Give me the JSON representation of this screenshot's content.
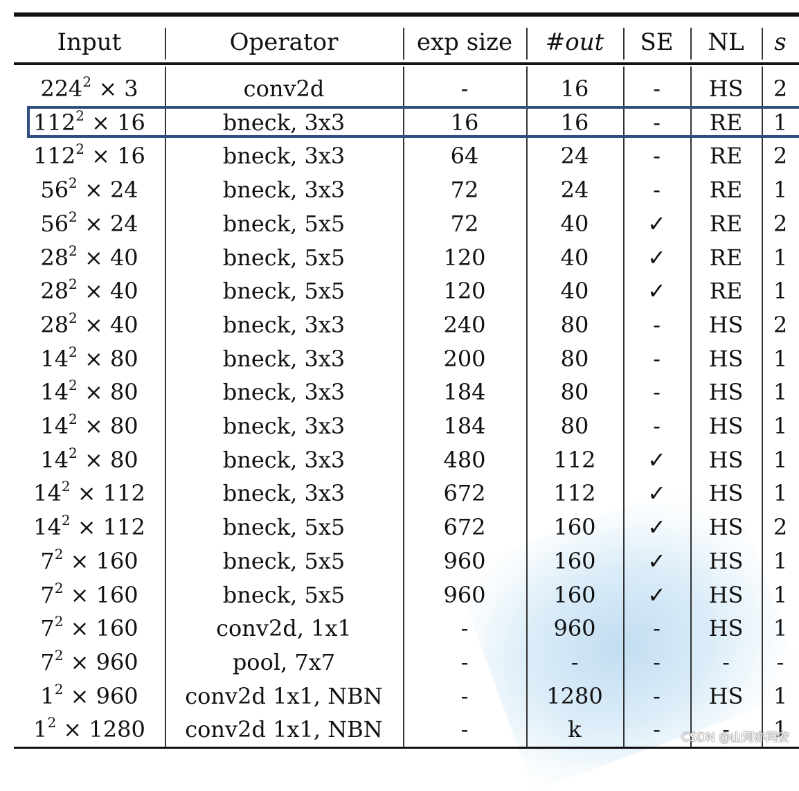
{
  "table": {
    "headers": [
      "Input",
      "Operator",
      "exp size",
      "#out",
      "SE",
      "NL",
      "s"
    ],
    "rows": [
      {
        "input_base": "224",
        "input_ch": "3",
        "operator": "conv2d",
        "exp": "-",
        "out": "16",
        "se": "-",
        "nl": "HS",
        "s": "2"
      },
      {
        "input_base": "112",
        "input_ch": "16",
        "operator": "bneck, 3x3",
        "exp": "16",
        "out": "16",
        "se": "-",
        "nl": "RE",
        "s": "1"
      },
      {
        "input_base": "112",
        "input_ch": "16",
        "operator": "bneck, 3x3",
        "exp": "64",
        "out": "24",
        "se": "-",
        "nl": "RE",
        "s": "2"
      },
      {
        "input_base": "56",
        "input_ch": "24",
        "operator": "bneck, 3x3",
        "exp": "72",
        "out": "24",
        "se": "-",
        "nl": "RE",
        "s": "1"
      },
      {
        "input_base": "56",
        "input_ch": "24",
        "operator": "bneck, 5x5",
        "exp": "72",
        "out": "40",
        "se": "✓",
        "nl": "RE",
        "s": "2"
      },
      {
        "input_base": "28",
        "input_ch": "40",
        "operator": "bneck, 5x5",
        "exp": "120",
        "out": "40",
        "se": "✓",
        "nl": "RE",
        "s": "1"
      },
      {
        "input_base": "28",
        "input_ch": "40",
        "operator": "bneck, 5x5",
        "exp": "120",
        "out": "40",
        "se": "✓",
        "nl": "RE",
        "s": "1"
      },
      {
        "input_base": "28",
        "input_ch": "40",
        "operator": "bneck, 3x3",
        "exp": "240",
        "out": "80",
        "se": "-",
        "nl": "HS",
        "s": "2"
      },
      {
        "input_base": "14",
        "input_ch": "80",
        "operator": "bneck, 3x3",
        "exp": "200",
        "out": "80",
        "se": "-",
        "nl": "HS",
        "s": "1"
      },
      {
        "input_base": "14",
        "input_ch": "80",
        "operator": "bneck, 3x3",
        "exp": "184",
        "out": "80",
        "se": "-",
        "nl": "HS",
        "s": "1"
      },
      {
        "input_base": "14",
        "input_ch": "80",
        "operator": "bneck, 3x3",
        "exp": "184",
        "out": "80",
        "se": "-",
        "nl": "HS",
        "s": "1"
      },
      {
        "input_base": "14",
        "input_ch": "80",
        "operator": "bneck, 3x3",
        "exp": "480",
        "out": "112",
        "se": "✓",
        "nl": "HS",
        "s": "1"
      },
      {
        "input_base": "14",
        "input_ch": "112",
        "operator": "bneck, 3x3",
        "exp": "672",
        "out": "112",
        "se": "✓",
        "nl": "HS",
        "s": "1"
      },
      {
        "input_base": "14",
        "input_ch": "112",
        "operator": "bneck, 5x5",
        "exp": "672",
        "out": "160",
        "se": "✓",
        "nl": "HS",
        "s": "2"
      },
      {
        "input_base": "7",
        "input_ch": "160",
        "operator": "bneck, 5x5",
        "exp": "960",
        "out": "160",
        "se": "✓",
        "nl": "HS",
        "s": "1"
      },
      {
        "input_base": "7",
        "input_ch": "160",
        "operator": "bneck, 5x5",
        "exp": "960",
        "out": "160",
        "se": "✓",
        "nl": "HS",
        "s": "1"
      },
      {
        "input_base": "7",
        "input_ch": "160",
        "operator": "conv2d, 1x1",
        "exp": "-",
        "out": "960",
        "se": "-",
        "nl": "HS",
        "s": "1"
      },
      {
        "input_base": "7",
        "input_ch": "960",
        "operator": "pool, 7x7",
        "exp": "-",
        "out": "-",
        "se": "-",
        "nl": "-",
        "s": "-"
      },
      {
        "input_base": "1",
        "input_ch": "960",
        "operator": "conv2d 1x1, NBN",
        "exp": "-",
        "out": "1280",
        "se": "-",
        "nl": "HS",
        "s": "1"
      },
      {
        "input_base": "1",
        "input_ch": "1280",
        "operator": "conv2d 1x1, NBN",
        "exp": "-",
        "out": "k",
        "se": "-",
        "nl": "-",
        "s": "1"
      }
    ],
    "highlighted_row": 1,
    "highlight_color": "#2e4f7f"
  },
  "watermark": "CSDN @山河亦问安"
}
